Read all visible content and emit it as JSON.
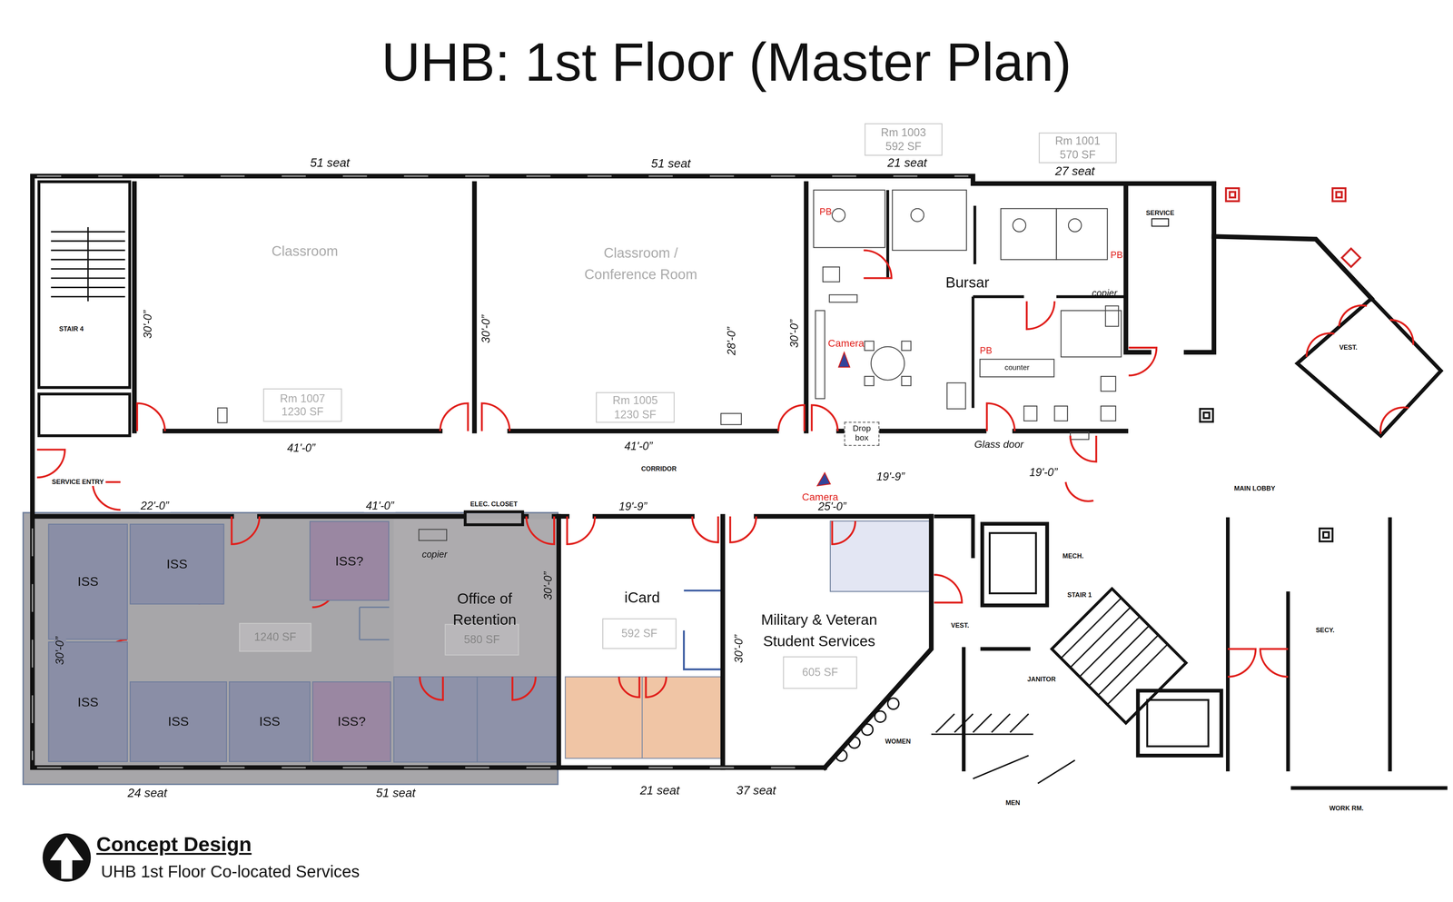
{
  "diagram": {
    "title": "UHB: 1st Floor (Master Plan)",
    "caption": "Concept Design",
    "nodes": [
      {
        "text": [
          "Rm 1003",
          "592 SF"
        ]
      },
      {
        "text": [
          "Rm 1001",
          "570 SF"
        ]
      },
      {
        "text": [
          "Classroom"
        ]
      },
      {
        "text": [
          "Rm 1007",
          "1230 SF"
        ],
        "in": 2
      },
      {
        "text": [
          "Classroom / Conference Room"
        ]
      },
      {
        "text": [
          "Rm 1005",
          "1230 SF"
        ],
        "in": 4
      },
      {
        "text": [
          "Bursar"
        ]
      },
      {
        "text": [
          "counter"
        ],
        "in": 6
      },
      {
        "text": [
          "Drop box"
        ],
        "in": 6
      },
      {
        "text": [
          "ISS"
        ]
      },
      {
        "text": [
          "ISS"
        ]
      },
      {
        "text": [
          "ISS?"
        ]
      },
      {
        "text": [
          "ISS"
        ]
      },
      {
        "text": [
          "1240 SF"
        ]
      },
      {
        "text": [
          "ISS"
        ]
      },
      {
        "text": [
          "ISS"
        ]
      },
      {
        "text": [
          "ISS?"
        ]
      },
      {
        "text": [
          "Office of Retention"
        ]
      },
      {
        "text": [
          "580 SF"
        ],
        "in": 17
      },
      {
        "text": [
          "iCard"
        ]
      },
      {
        "text": [
          "592 SF"
        ],
        "in": 19
      },
      {
        "text": [
          "Military & Veteran Student Services"
        ]
      },
      {
        "text": [
          "605 SF"
        ],
        "in": 21
      }
    ],
    "labels": [
      "51 seat",
      "51 seat",
      "21 seat",
      "27 seat",
      "STAIR 4",
      "30'-0”",
      "30'-0”",
      "28'-0”",
      "30'-0”",
      "PB",
      "PB",
      "copier",
      "PB",
      "Camera",
      "SERVICE",
      "VEST.",
      "41'-0”",
      "41'-0”",
      "Glass door",
      "SERVICE ENTRY",
      "CORRIDOR",
      "19'-9”",
      "19'-0”",
      "Camera",
      "MAIN LOBBY",
      "22'-0”",
      "41'-0”",
      "ELEC. CLOSET",
      "19'-9”",
      "25'-0”",
      "copier",
      "30'-0”",
      "30'-0”",
      "30'-0”",
      "MECH.",
      "STAIR 1",
      "VEST.",
      "SECY.",
      "JANITOR",
      "WOMEN",
      "MEN",
      "WORK RM.",
      "24 seat",
      "51 seat",
      "21 seat",
      "37 seat",
      "UHB 1st Floor Co-located Services"
    ]
  }
}
